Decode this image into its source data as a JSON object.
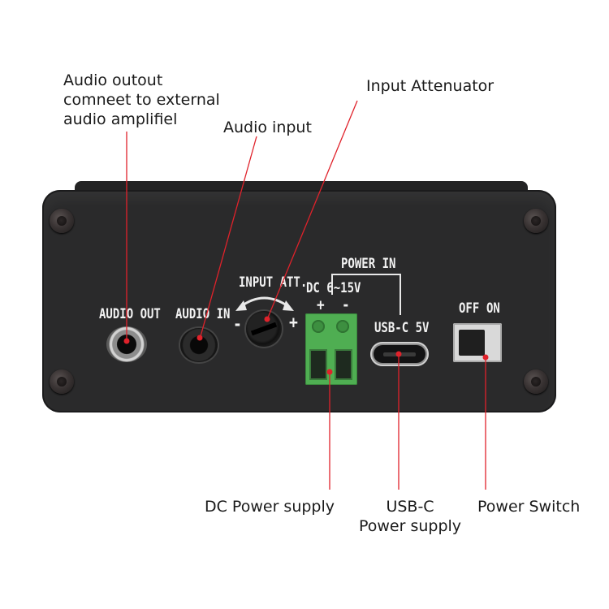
{
  "callouts": {
    "audio_out": "Audio outout\ncomneet to external\naudio amplifiel",
    "audio_in": "Audio input",
    "attenuator": "Input Attenuator",
    "dc_power": "DC Power supply",
    "usbc_power": "USB-C\nPower supply",
    "power_switch": "Power Switch"
  },
  "panel_labels": {
    "audio_out": "AUDIO OUT",
    "audio_in": "AUDIO IN",
    "input_att": "INPUT ATT.",
    "minus": "-",
    "plus": "+",
    "power_in": "POWER IN",
    "dc_range": "DC 6~15V",
    "dc_plus": "+",
    "dc_minus": "-",
    "usbc": "USB-C 5V",
    "off": "OFF",
    "on": "ON"
  },
  "colors": {
    "leader_line": "#e0222b",
    "panel": "#2a2a2b",
    "terminal_green": "#4fae52"
  }
}
